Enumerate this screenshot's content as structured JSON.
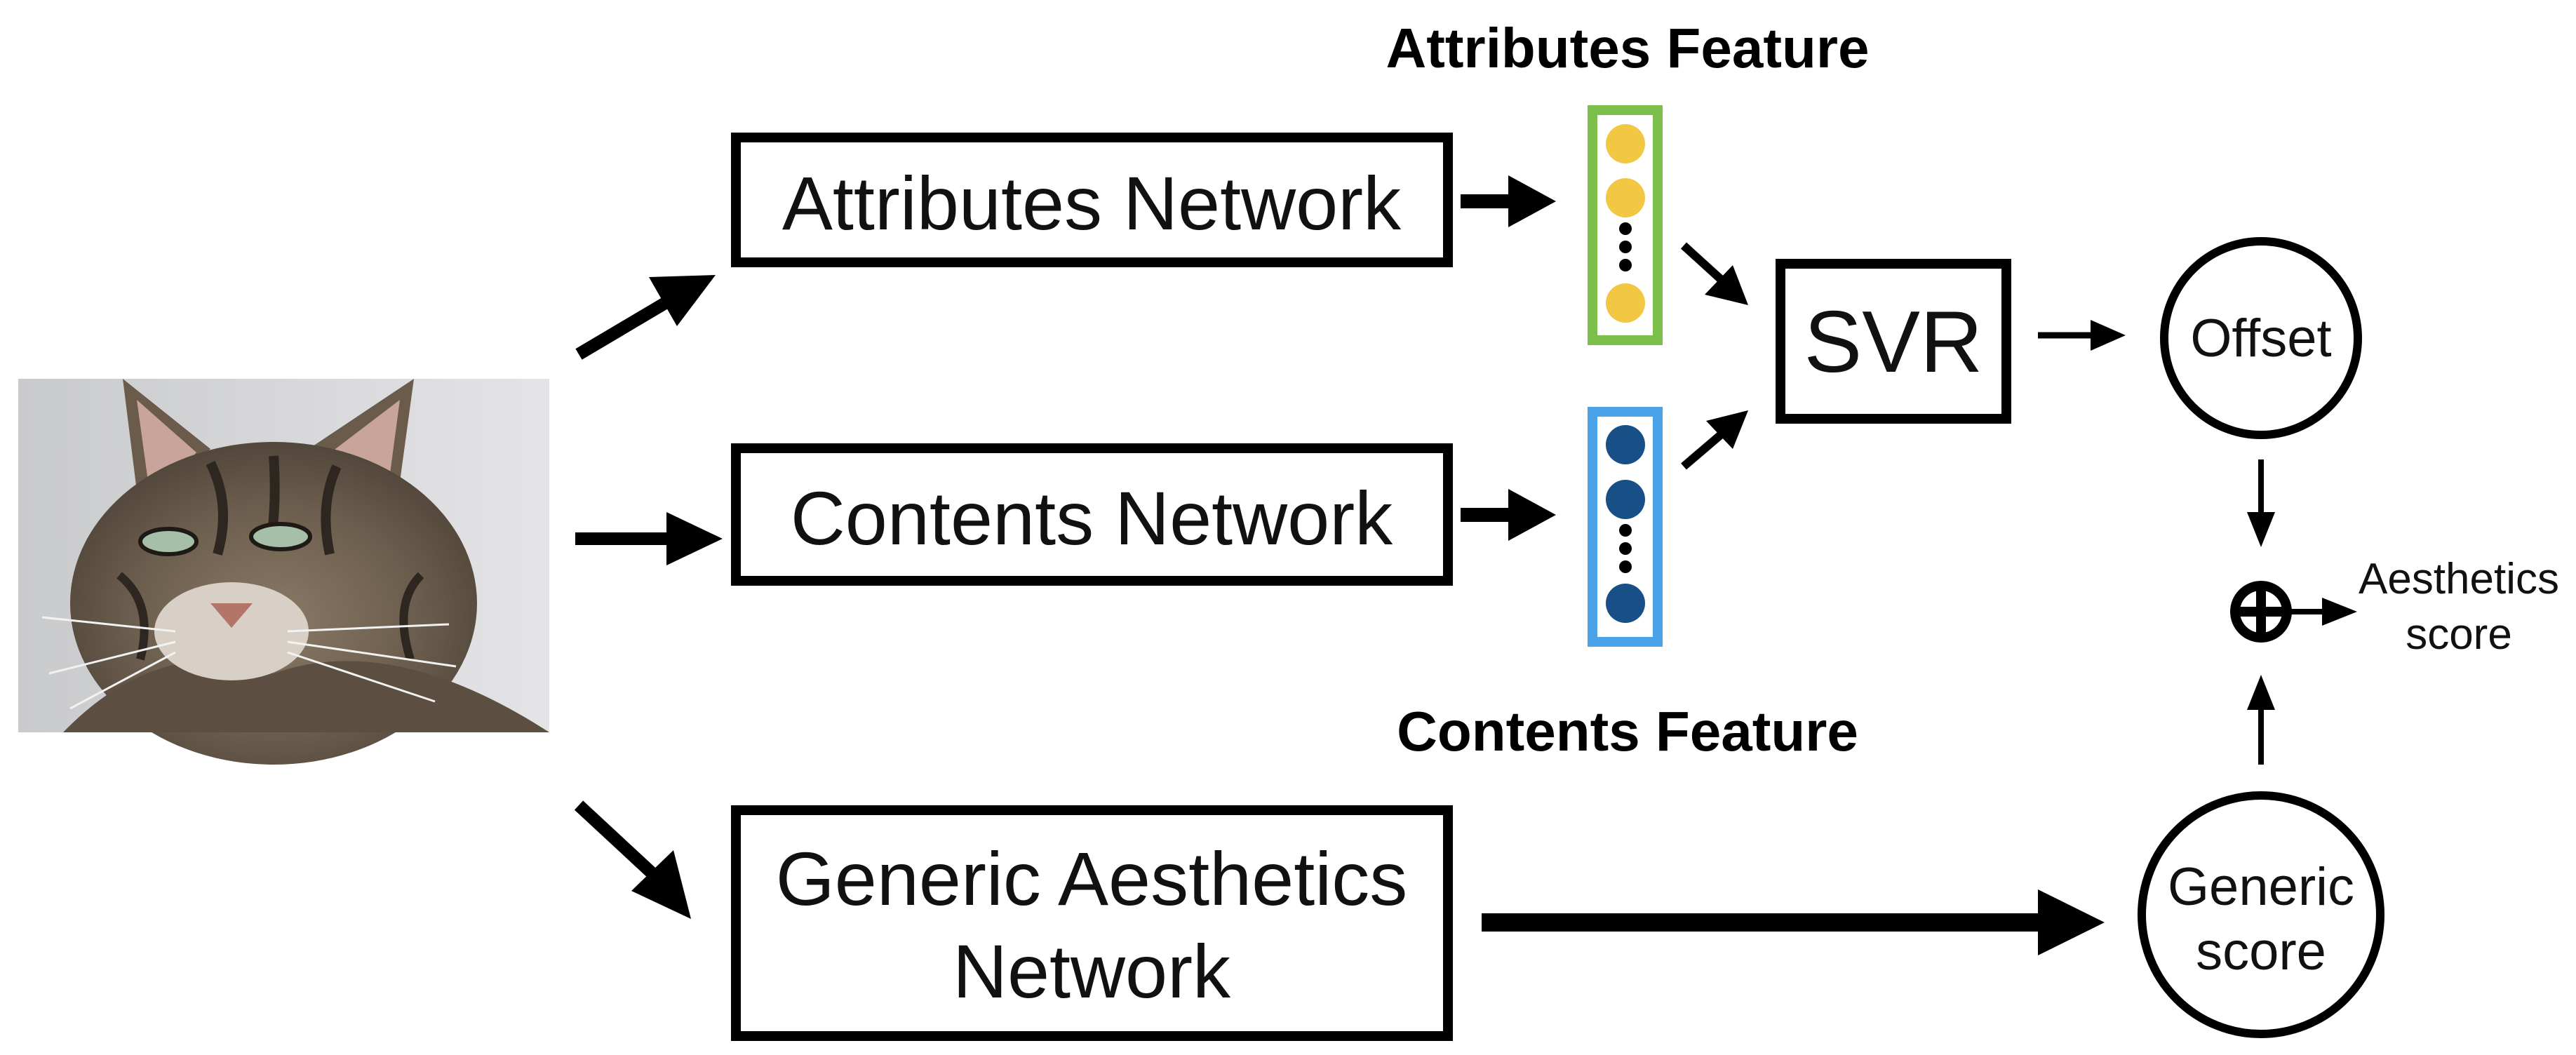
{
  "features": {
    "attributes_title": "Attributes Feature",
    "contents_title": "Contents Feature"
  },
  "networks": {
    "attributes": "Attributes Network",
    "contents": "Contents Network",
    "generic_line1": "Generic Aesthetics",
    "generic_line2": "Network"
  },
  "svr": "SVR",
  "offset": "Offset",
  "generic_score": {
    "line1": "Generic",
    "line2": "score"
  },
  "aesthetics_score": {
    "line1": "Aesthetics",
    "line2": "score"
  },
  "colors": {
    "attributes_border": "#7bbf4a",
    "attributes_dot": "#f2c744",
    "contents_border": "#4aa3e8",
    "contents_dot": "#174f86",
    "cat_background": "#d9d9db"
  },
  "icons": {
    "plus": "circle-plus-icon",
    "photo": "cat-photo"
  }
}
